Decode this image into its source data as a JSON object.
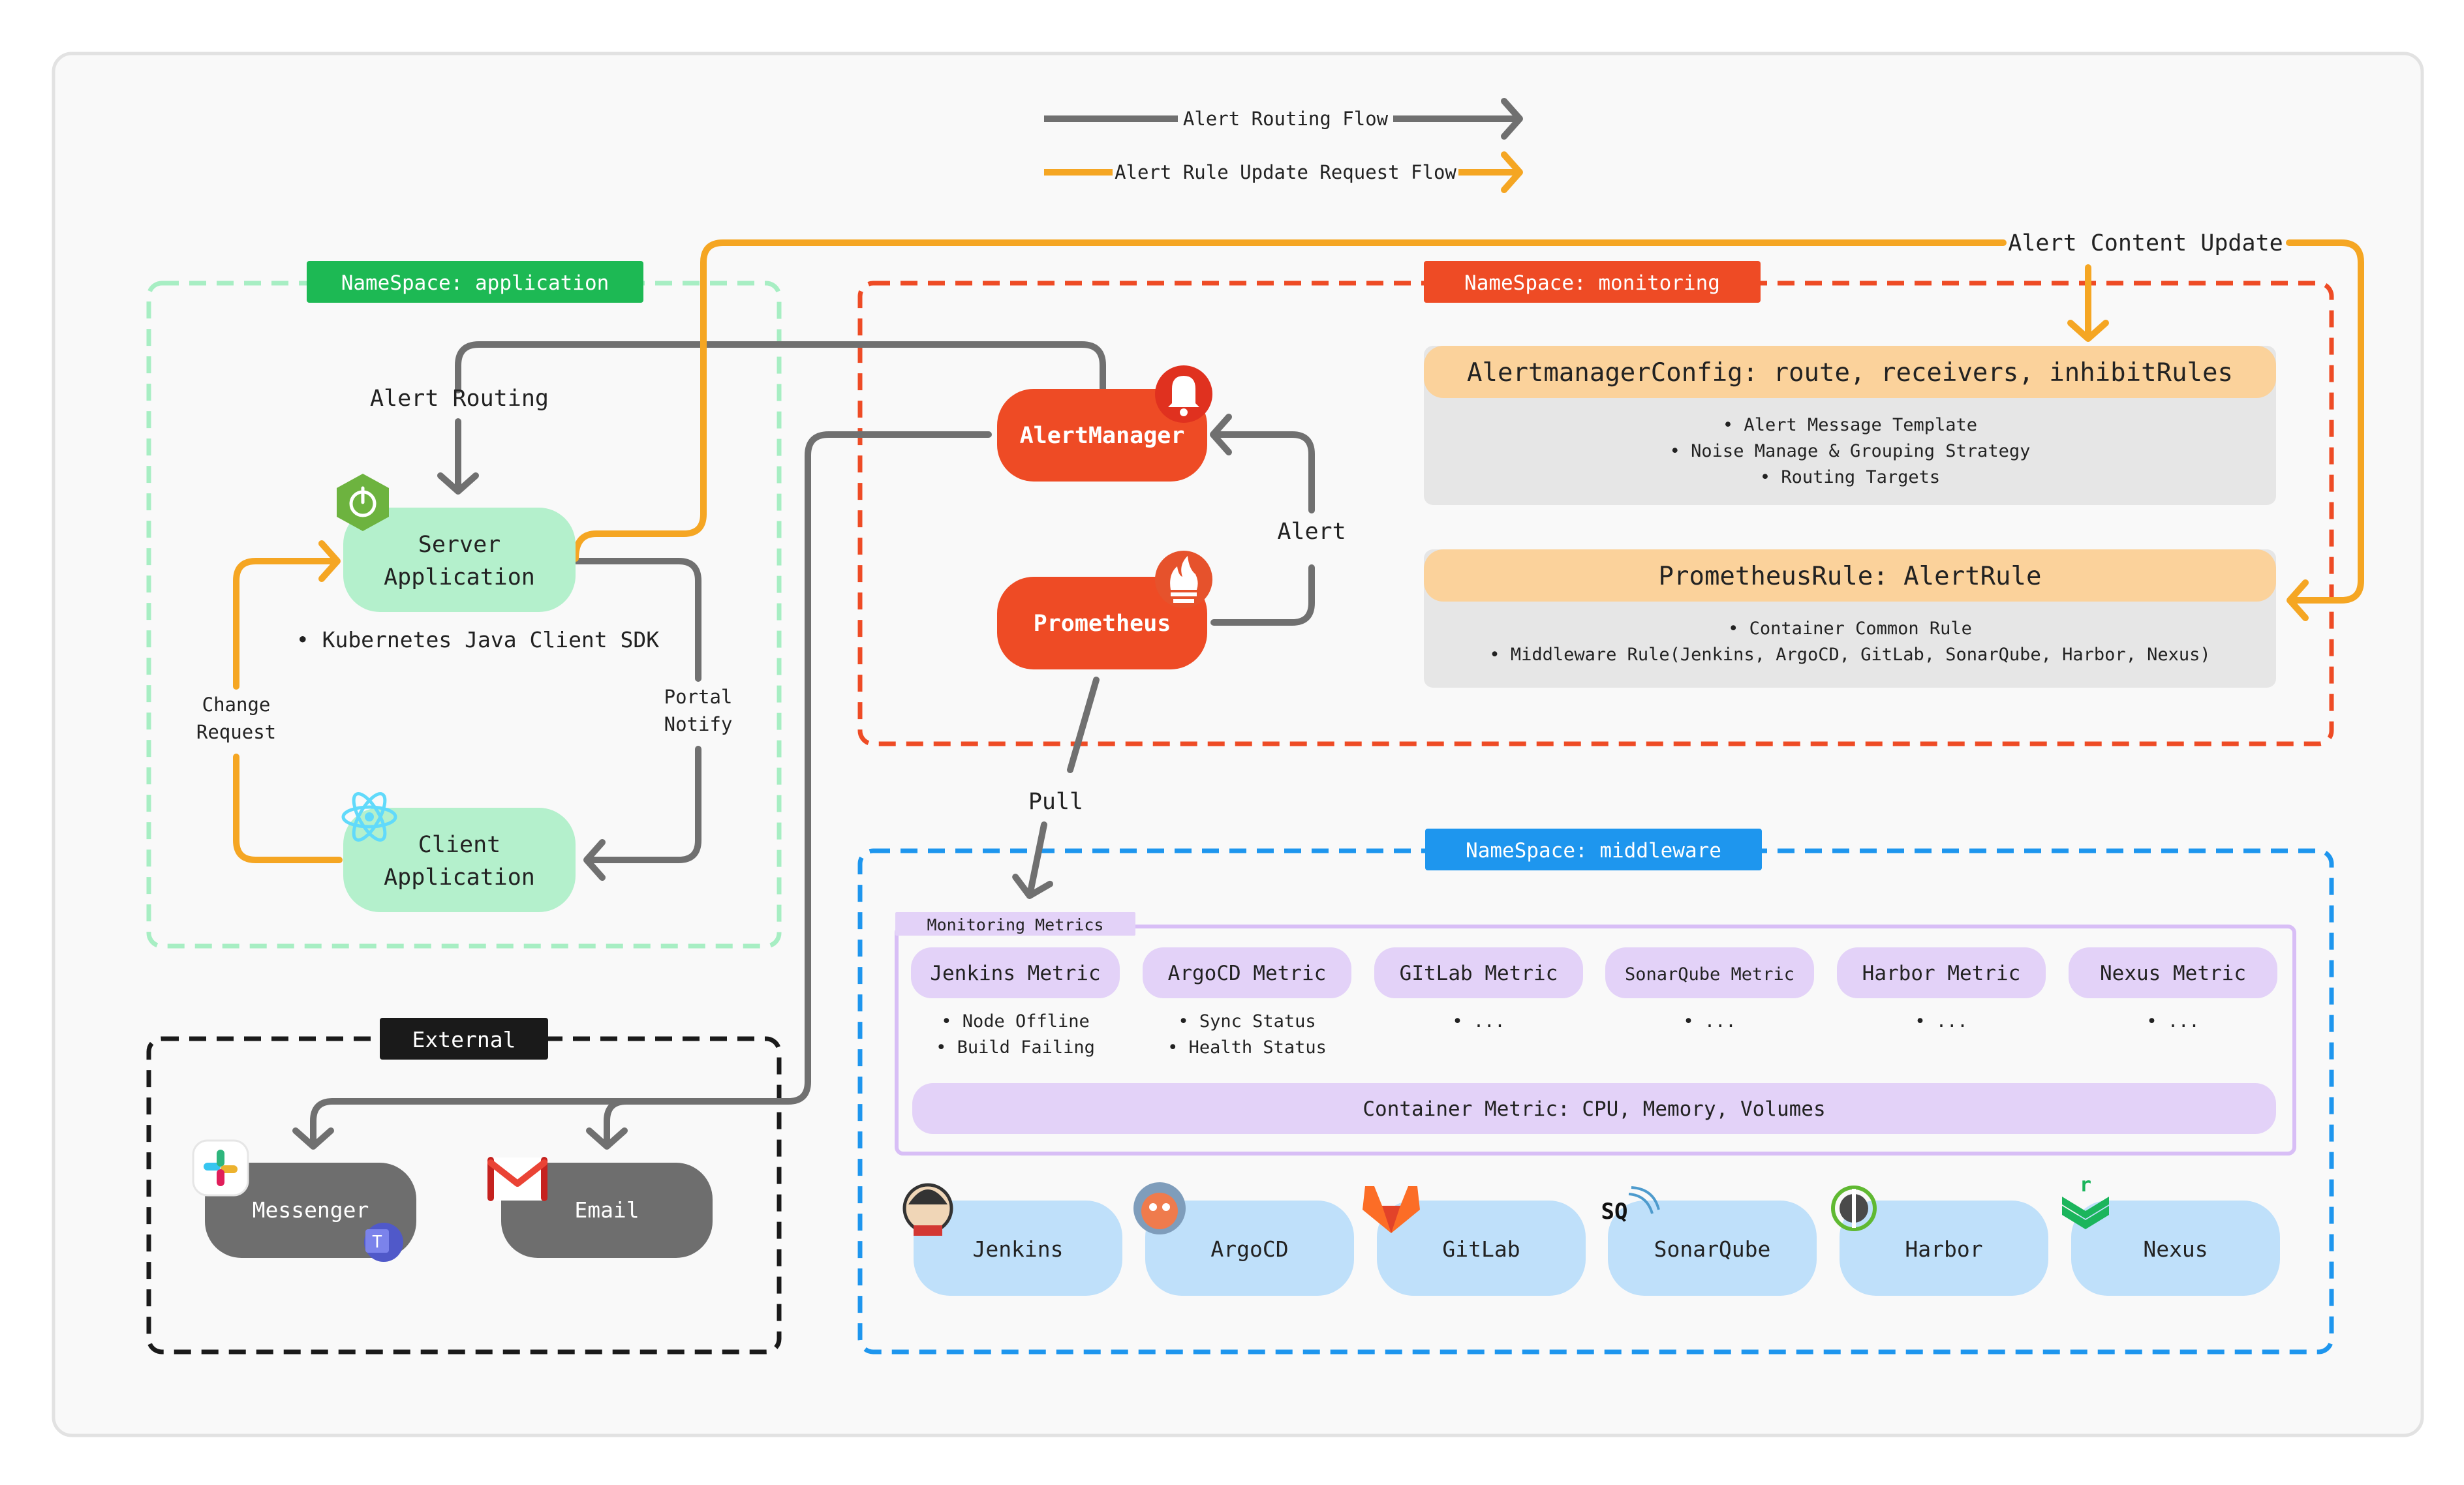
{
  "legend": {
    "routing": "Alert Routing Flow",
    "rule_update": "Alert Rule Update Request Flow"
  },
  "colors": {
    "gray_flow": "#707070",
    "orange_flow": "#F5A623",
    "application_ns": "#1DB954",
    "monitoring_ns": "#EE4B25",
    "middleware_ns": "#1E96EE",
    "external_ns": "#1A1A1A",
    "green_node": "#B4F0CC",
    "red_node": "#EE4B25",
    "peach_header": "#FBD29B",
    "gray_panel": "#E6E6E6",
    "purple_metric": "#E3D2F8",
    "blue_tool": "#BFE0FA",
    "dark_node": "#6E6E6E"
  },
  "edges": {
    "alert_routing": "Alert Routing",
    "alert": "Alert",
    "pull": "Pull",
    "change_request": [
      "Change",
      "Request"
    ],
    "portal_notify": [
      "Portal",
      "Notify"
    ],
    "alert_content_update": "Alert Content Update"
  },
  "application": {
    "label": "NameSpace: application",
    "server": [
      "Server",
      "Application"
    ],
    "server_note": "• Kubernetes Java Client SDK",
    "client": [
      "Client",
      "Application"
    ]
  },
  "external": {
    "label": "External",
    "messenger": "Messenger",
    "email": "Email"
  },
  "monitoring": {
    "label": "NameSpace: monitoring",
    "alertmanager": "AlertManager",
    "prometheus": "Prometheus",
    "config_title": "AlertmanagerConfig: route, receivers, inhibitRules",
    "config_items": [
      "• Alert Message Template",
      "• Noise Manage & Grouping Strategy",
      "• Routing Targets"
    ],
    "rule_title": "PrometheusRule: AlertRule",
    "rule_items": [
      "• Container Common Rule",
      "• Middleware Rule(Jenkins, ArgoCD, GitLab, SonarQube, Harbor, Nexus)"
    ]
  },
  "middleware": {
    "label": "NameSpace: middleware",
    "metrics_label": "Monitoring Metrics",
    "metrics": [
      {
        "name": "Jenkins Metric",
        "items": [
          "• Node Offline",
          "• Build Failing"
        ]
      },
      {
        "name": "ArgoCD Metric",
        "items": [
          "• Sync Status",
          "• Health Status"
        ]
      },
      {
        "name": "GItLab Metric",
        "items": [
          "• ..."
        ]
      },
      {
        "name": "SonarQube Metric",
        "items": [
          "• ..."
        ]
      },
      {
        "name": "Harbor Metric",
        "items": [
          "• ..."
        ]
      },
      {
        "name": "Nexus Metric",
        "items": [
          "• ..."
        ]
      }
    ],
    "container_metric": "Container Metric: CPU, Memory, Volumes",
    "tools": [
      "Jenkins",
      "ArgoCD",
      "GitLab",
      "SonarQube",
      "Harbor",
      "Nexus"
    ]
  }
}
